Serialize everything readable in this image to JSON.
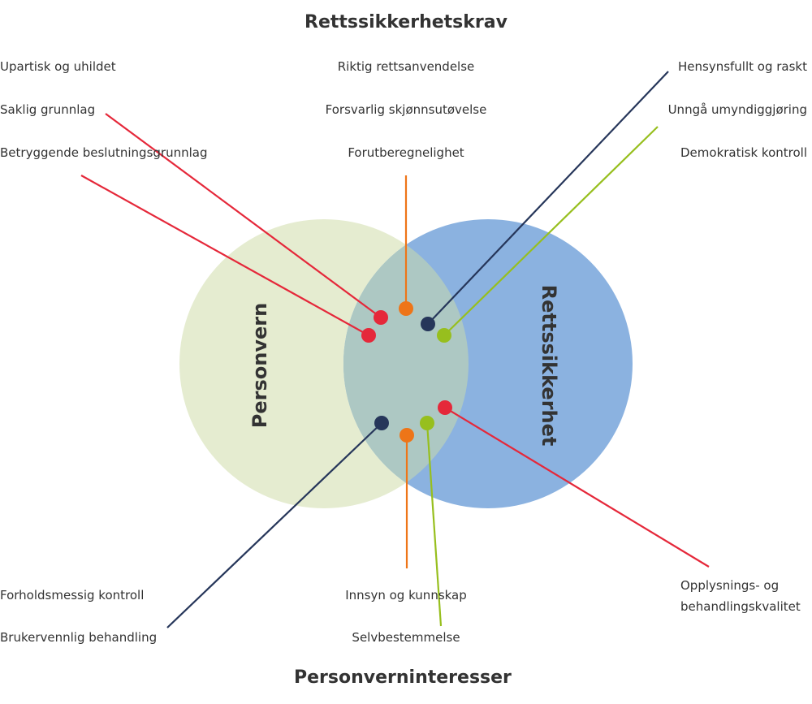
{
  "titles": {
    "top": "Rettssikkerhetskrav",
    "bottom": "Personverninteresser"
  },
  "circles": {
    "left": {
      "label": "Personvern",
      "color": "#e5ecd0"
    },
    "right": {
      "label": "Rettssikkerhet",
      "color": "#8bb2e0"
    },
    "overlap_color": "#adc8c3"
  },
  "colors": {
    "red": "#e5283a",
    "orange": "#ee7518",
    "navy": "#26365a",
    "green": "#97bf1e"
  },
  "labels": {
    "upartisk": "Upartisk og uhildet",
    "saklig": "Saklig grunnlag",
    "betryggende": "Betryggende beslutningsgrunnlag",
    "riktig": "Riktig rettsanvendelse",
    "forsvarlig": "Forsvarlig skjønnsutøvelse",
    "forutberegnelighet": "Forutberegnelighet",
    "hensynsfullt": "Hensynsfullt og raskt",
    "unnga": "Unngå umyndiggjøring",
    "demokratisk": "Demokratisk kontroll",
    "forholdsmessig": "Forholdsmessig kontroll",
    "brukervennlig": "Brukervennlig behandling",
    "innsyn": "Innsyn og kunnskap",
    "selvbestemmelse": "Selvbestemmelse",
    "opplysnings_line1": "Opplysnings- og",
    "opplysnings_line2": "behandlingskvalitet"
  }
}
